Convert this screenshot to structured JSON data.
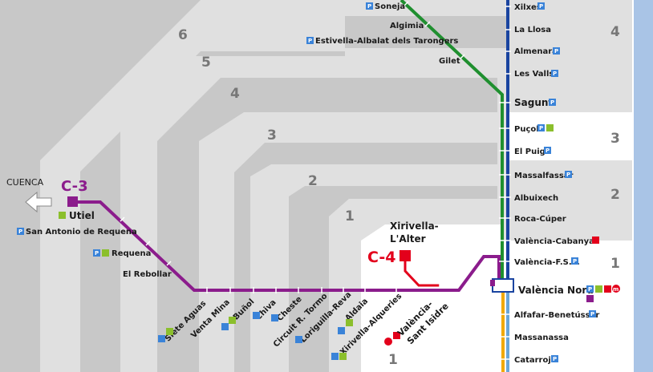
{
  "colors": {
    "c3": "#8b1c8c",
    "c4": "#e3001b",
    "c6": "#1f8f2f",
    "c5": "#1a44a0",
    "c1": "#f2a900",
    "c2": "#6aa6d8",
    "sea": "#a9c4e6",
    "parking": "#3a83d8",
    "bus": "#8bbf2c"
  },
  "zones": {
    "z6": "6",
    "z5": "5",
    "z4": "4",
    "z3": "3",
    "z2": "2",
    "z1": "1",
    "z1b": "1",
    "r4": "4",
    "r3": "3",
    "r2": "2",
    "r1": "1"
  },
  "symbols": {
    "parking": "P",
    "metro": "m"
  },
  "lines": {
    "c3": "C-3",
    "c4": "C-4"
  },
  "destinations": {
    "cuenca": "CUENCA"
  },
  "stations": {
    "soneja": "Soneja",
    "algimia": "Algimia",
    "estivella": "Estivella-Albalat dels Tarongers",
    "gilet": "Gilet",
    "xilxes": "Xilxes",
    "lallosa": "La Llosa",
    "almenara": "Almenara",
    "lesvalls": "Les Valls",
    "sagunt": "Sagunt",
    "pucol": "Puçol",
    "elpuig": "El Puig",
    "massalfassar": "Massalfassar",
    "albuixech": "Albuixech",
    "rocacuper": "Roca-Cúper",
    "cabanyal": "València-Cabanyal",
    "fsl": "València-F.S.L.",
    "nord": "València Nord",
    "alfafar": "Alfafar-Benetússer",
    "massanassa": "Massanassa",
    "catarroja": "Catarroja",
    "utiel": "Utiel",
    "sanantonio": "San Antonio de Requena",
    "requena": "Requena",
    "rebollar": "El Rebollar",
    "xirivella1": "Xirivella-",
    "xirivella2": "L'Alter",
    "siete": "Siete Aguas",
    "ventamina": "Venta Mina",
    "bunol": "Buñol",
    "chiva": "Chiva",
    "cheste": "Cheste",
    "circuit": "Circuit R. Tormo",
    "loriguilla": "Loriguilla-Reva",
    "aldaia": "Aldaia",
    "alqueries": "Xirivella-Alqueries",
    "santisidre1": "València-",
    "santisidre2": "Sant Isidre"
  }
}
